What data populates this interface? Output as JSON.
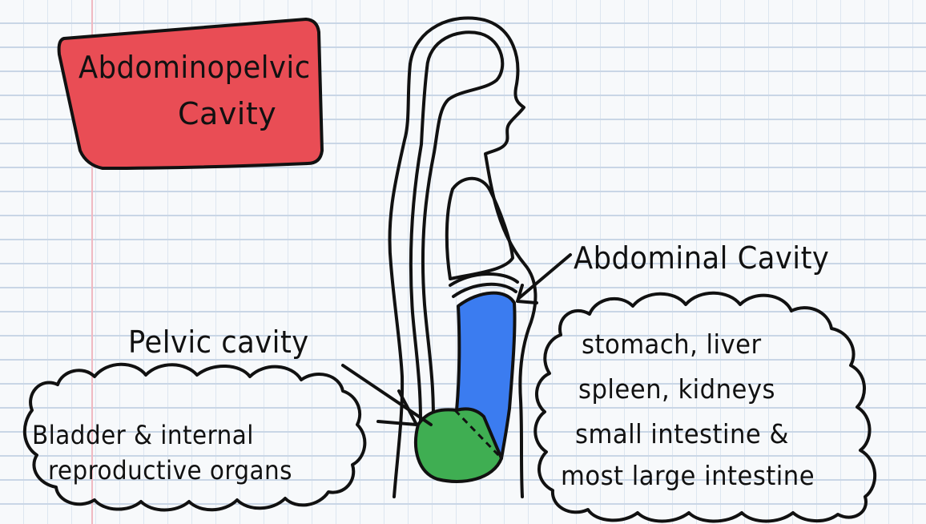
{
  "title": {
    "line1": "Abdominopelvic",
    "line2": "Cavity"
  },
  "labels": {
    "abdominal": "Abdominal Cavity",
    "pelvic": "Pelvic cavity"
  },
  "notes": {
    "pelvic_organs": [
      "Bladder & internal",
      "reproductive organs"
    ],
    "abdominal_organs": [
      "stomach, liver",
      "spleen, kidneys",
      "small intestine &",
      "most large intestine"
    ]
  },
  "colors": {
    "title_box": "#e94d55",
    "abdominal_cavity": "#3b7cf0",
    "pelvic_cavity": "#3fae52",
    "ink": "#111111"
  }
}
